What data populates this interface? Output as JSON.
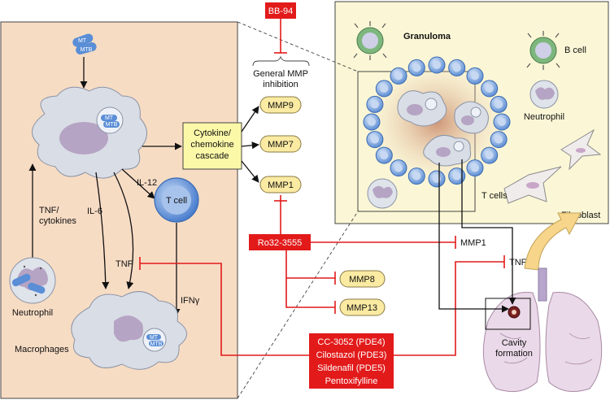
{
  "drugs": {
    "bb94": "BB-94",
    "ro32": "Ro32-3555",
    "pde": [
      "CC-3052 (PDE4)",
      "Cilostazol (PDE3)",
      "Sildenafil (PDE5)",
      "Pentoxifylline"
    ]
  },
  "mmp_inhibition": [
    "General MMP",
    "inhibition"
  ],
  "mmps": [
    "MMP9",
    "MMP7",
    "MMP1",
    "MMP8",
    "MMP13"
  ],
  "cascade": [
    "Cytokine/",
    "chemokine",
    "cascade"
  ],
  "mtb": [
    "MT",
    "MTB"
  ],
  "signals": {
    "il12": "IL-12",
    "il6": "IL-6",
    "tnf": "TNF",
    "tnf_cytokines": [
      "TNF/",
      "cytokines"
    ],
    "ifn": "IFNγ",
    "mmp1_target": "MMP1",
    "tnf_target": "TNF"
  },
  "cells": {
    "tcell": "T cell",
    "neutrophil": "Neutrophil",
    "macrophages": "Macrophages",
    "granuloma": "Granuloma",
    "bcell": "B cell",
    "neutrophil_right": "Neutrophil",
    "tcells": "T cells",
    "fibroblast": "Fibroblast"
  },
  "cavity": [
    "Cavity",
    "formation"
  ],
  "colors": {
    "left_panel": "#f7dcc4",
    "right_panel": "#fbf7d6",
    "cascade_box": "#fbf8a8",
    "mmp_pill": "#fbeaa2",
    "inhibitor_red": "#e21a1a",
    "cell_fill": "#d9dde5",
    "nucleus": "#b6a4c4",
    "tcell_blue": "#5a8ed6",
    "lung_pink": "#ead9e8",
    "arrow_yellow": "#f7d58a"
  }
}
